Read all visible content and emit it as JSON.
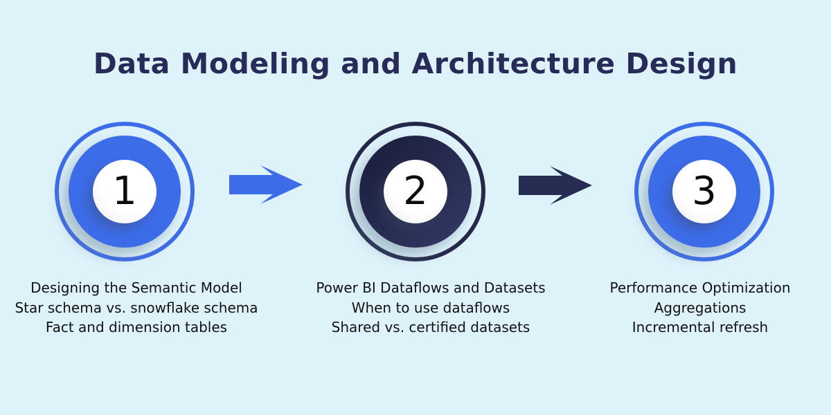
{
  "title": {
    "text": "Data Modeling and Architecture Design"
  },
  "colors": {
    "background": "#def2fa",
    "title": "#272b57",
    "accent_blue": "#3d6ce9",
    "accent_navy": "#262a4e",
    "caption_text": "#101114",
    "number_circle": "#ffffff"
  },
  "steps": [
    {
      "number": "1",
      "theme": "blue",
      "lines": [
        "Designing the Semantic Model",
        "Star schema vs. snowflake schema",
        "Fact and dimension tables"
      ]
    },
    {
      "number": "2",
      "theme": "navy",
      "lines": [
        "Power BI Dataflows and Datasets",
        "When to use dataflows",
        "Shared vs. certified datasets"
      ]
    },
    {
      "number": "3",
      "theme": "blue",
      "lines": [
        "Performance Optimization",
        "Aggregations",
        "Incremental refresh"
      ]
    }
  ],
  "arrows": [
    {
      "icon": "arrow-right-icon",
      "theme": "blue"
    },
    {
      "icon": "arrow-right-icon",
      "theme": "navy"
    }
  ]
}
